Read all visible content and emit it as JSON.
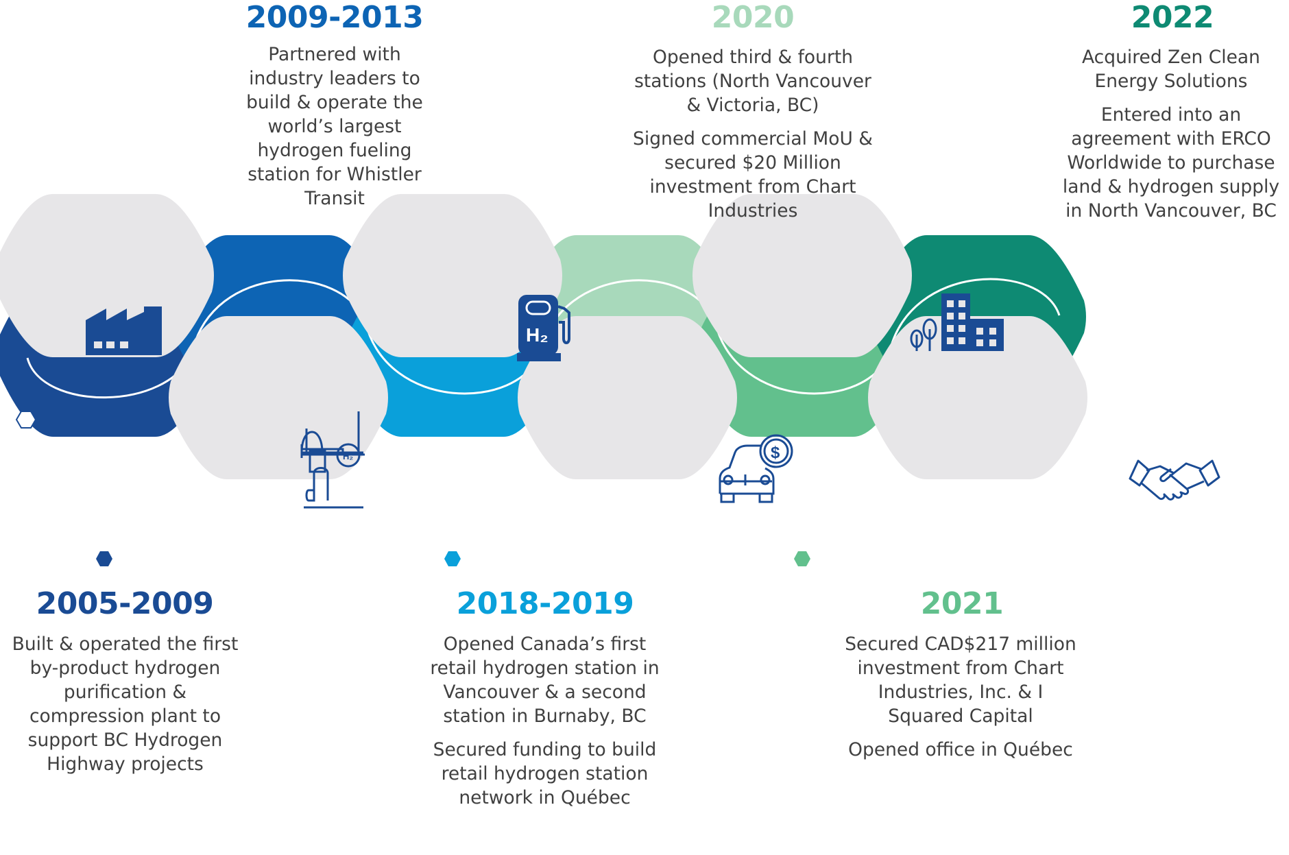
{
  "colors": {
    "c1": "#1a4b94",
    "c2": "#0d64b4",
    "c3": "#0aa0da",
    "c4": "#a8d9bb",
    "c5": "#62c08d",
    "c6": "#0e8a73",
    "hex_fill": "#e7e6e8",
    "icon": "#1a4b94",
    "text": "#404040"
  },
  "milestones": [
    {
      "period": "2005-2009",
      "icon": "factory-icon",
      "paragraphs": [
        "Built & operated the first by-product hydrogen purification & compression plant to support BC Hydrogen Highway projects"
      ]
    },
    {
      "period": "2009-2013",
      "icon": "hydrogen-pipeline-station-icon",
      "paragraphs": [
        "Partnered with industry leaders to build & operate the world’s largest hydrogen fueling station for Whistler Transit"
      ]
    },
    {
      "period": "2018-2019",
      "icon": "h2-fuel-pump-icon",
      "paragraphs": [
        "Opened Canada’s first retail hydrogen station in Vancouver & a second station in Burnaby, BC",
        "Secured funding to build retail hydrogen station network in Québec"
      ]
    },
    {
      "period": "2020",
      "icon": "car-investment-icon",
      "paragraphs": [
        "Opened third & fourth stations (North Vancouver & Victoria, BC)",
        "Signed commercial MoU & secured $20 Million investment from Chart Industries"
      ]
    },
    {
      "period": "2021",
      "icon": "office-building-icon",
      "paragraphs": [
        "Secured CAD$217 million investment from Chart Industries, Inc. & I Squared Capital",
        "Opened office in Québec"
      ]
    },
    {
      "period": "2022",
      "icon": "handshake-icon",
      "paragraphs": [
        "Acquired Zen Clean Energy Solutions",
        "Entered into an agreement with ERCO Worldwide to purchase land & hydrogen supply in North Vancouver, BC"
      ]
    }
  ]
}
